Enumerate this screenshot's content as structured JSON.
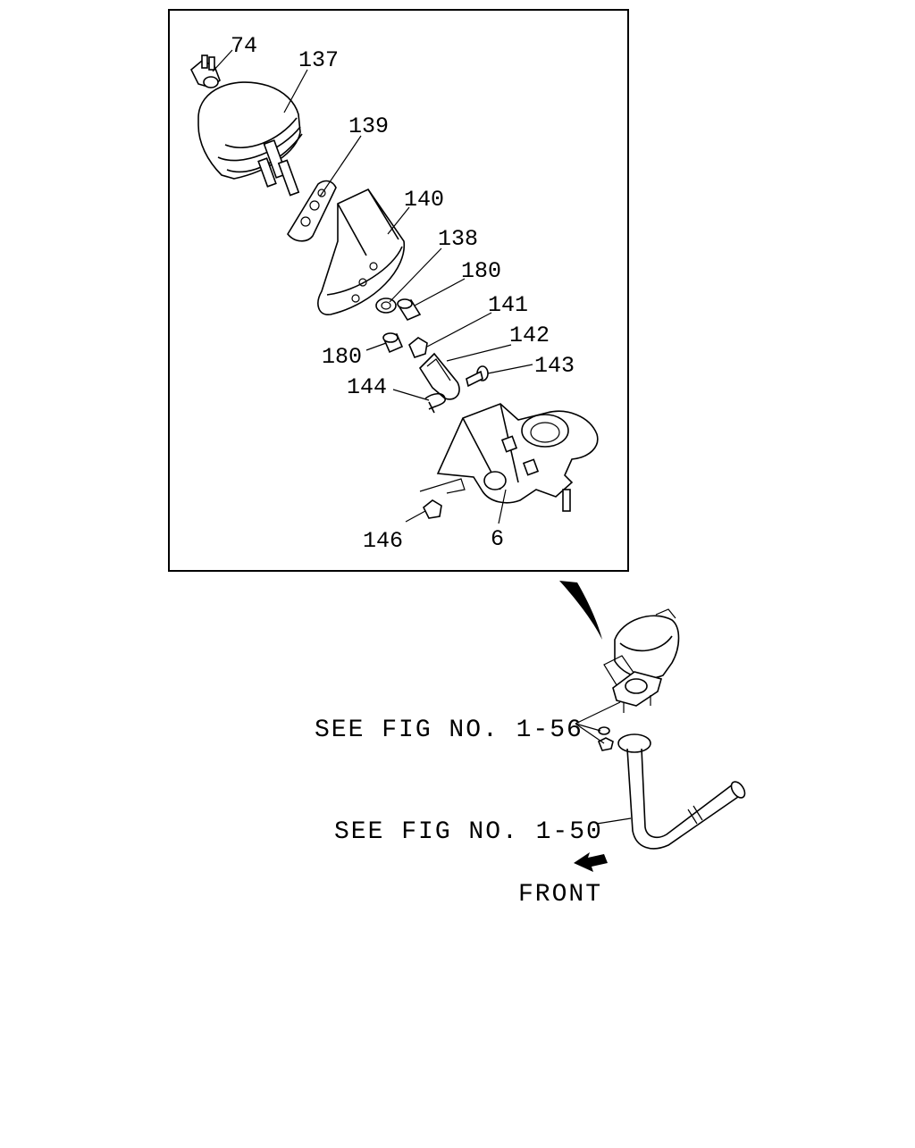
{
  "diagram": {
    "callouts": {
      "c74": "74",
      "c137": "137",
      "c139": "139",
      "c140": "140",
      "c138": "138",
      "c180a": "180",
      "c141": "141",
      "c180b": "180",
      "c142": "142",
      "c143": "143",
      "c144": "144",
      "c146": "146",
      "c6": "6"
    },
    "references": {
      "fig_1_56": "SEE FIG NO. 1-56",
      "fig_1_50": "SEE FIG NO. 1-50"
    },
    "direction_label": "FRONT"
  }
}
